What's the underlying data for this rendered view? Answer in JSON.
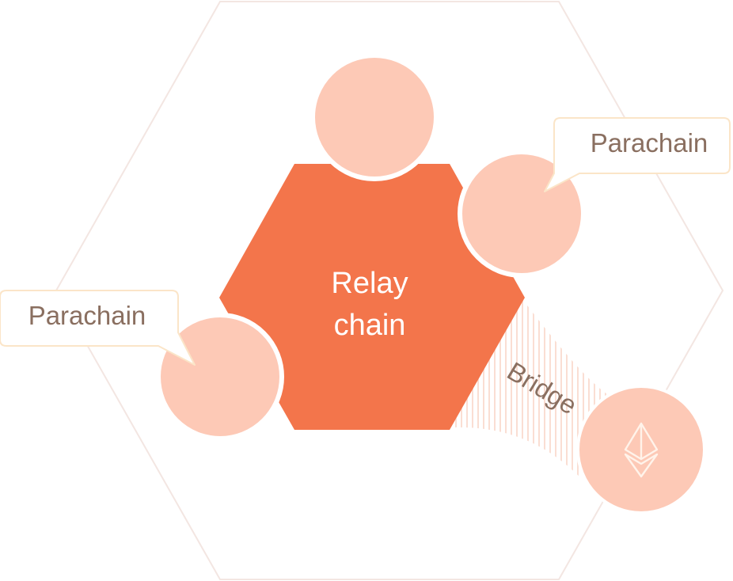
{
  "relay_chain": {
    "line1": "Relay",
    "line2": "chain"
  },
  "parachain_right": {
    "label": "Parachain"
  },
  "parachain_left": {
    "label": "Parachain"
  },
  "bridge": {
    "label": "Bridge"
  },
  "colors": {
    "relay": "#f3754b",
    "parachain": "#fdc9b6",
    "callout_border": "#fbe5c8",
    "outline": "#f3e6e2",
    "label_text": "#8a6f60",
    "eth_icon": "#fff3ea",
    "bridge_hatch": "#f9d6c8"
  }
}
